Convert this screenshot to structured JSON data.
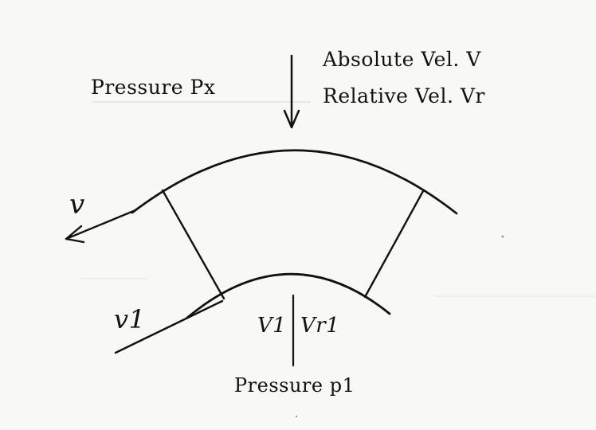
{
  "labels": {
    "pressure_top": "Pressure Px",
    "absolute_velocity": "Absolute Vel. V",
    "relative_velocity": "Relative Vel. Vr",
    "velocity_outer": "v",
    "velocity_inner": "v1",
    "inner_velocity": "V1",
    "inner_relative_velocity": "Vr1",
    "pressure_bottom": "Pressure p1"
  },
  "colors": {
    "ink": "#111111",
    "paper": "#f8f8f6",
    "faint_line": "#d8d8d8"
  }
}
